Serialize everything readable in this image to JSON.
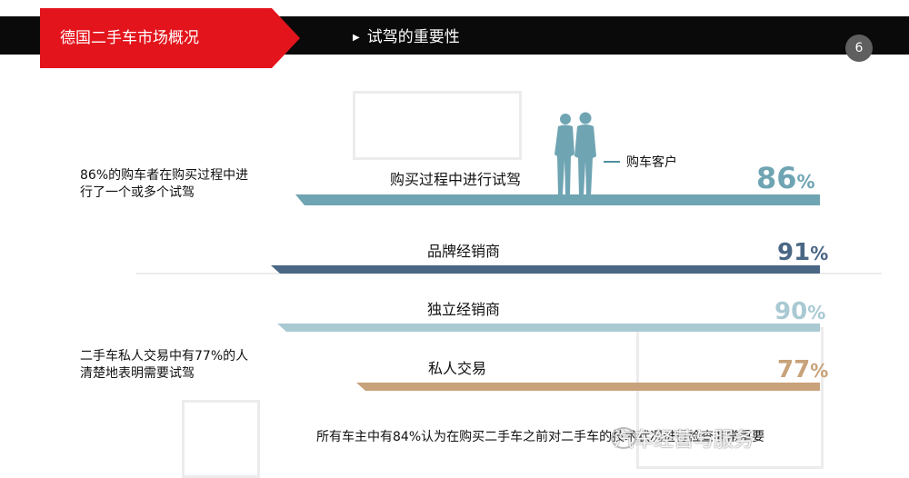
{
  "header": {
    "section_title": "德国二手车市场概况",
    "subtitle": "试驾的重要性",
    "page_number": "6"
  },
  "notes": [
    {
      "line1": "86%的购车者在购买过程中进",
      "line2": "行了一个或多个试驾"
    },
    {
      "line1": "二手车私人交易中有77%的人",
      "line2": "清楚地表明需要试驾"
    }
  ],
  "legend": {
    "customer_label": "购车客户"
  },
  "rows": [
    {
      "label": "购买过程中进行试驾",
      "value": 86,
      "value_text": "86",
      "color": "#6fa4b3"
    },
    {
      "label": "品牌经销商",
      "value": 91,
      "value_text": "91",
      "color": "#4a6785"
    },
    {
      "label": "独立经销商",
      "value": 90,
      "value_text": "90",
      "color": "#a9c9d3"
    },
    {
      "label": "私人交易",
      "value": 77,
      "value_text": "77",
      "color": "#c8a27a"
    }
  ],
  "percent_symbol": "%",
  "footer": "所有车主中有84%认为在购买二手车之前对二手车的技术状况进行检查非常重要",
  "brand_watermark": "汽车经营与服务"
}
